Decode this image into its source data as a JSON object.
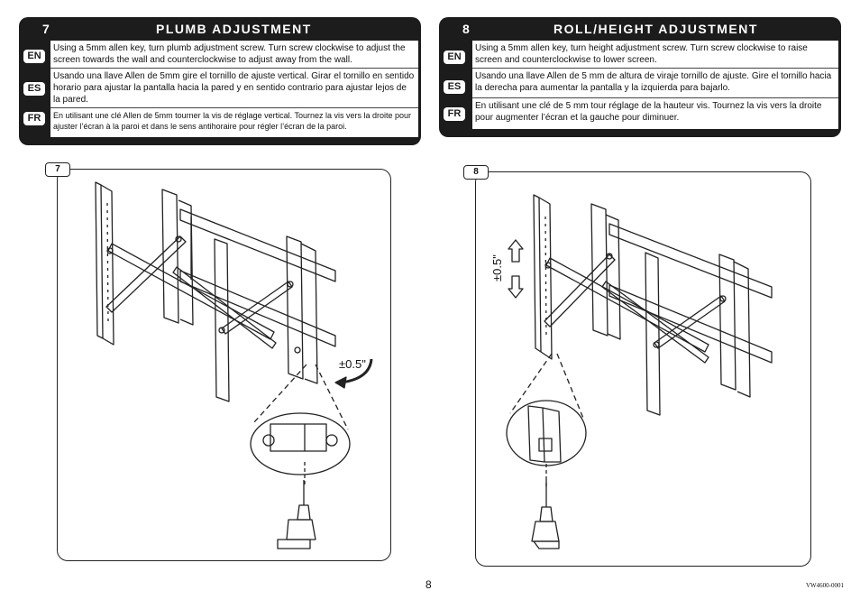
{
  "sections": [
    {
      "number": "7",
      "title": "PLUMB ADJUSTMENT",
      "rows": [
        {
          "lang": "EN",
          "text": "Using a 5mm allen key, turn plumb adjustment screw.  Turn screw clockwise to adjust the screen towards the wall and counterclockwise to adjust away from the wall."
        },
        {
          "lang": "ES",
          "text": "Usando una llave Allen de 5mm gire el tornillo de ajuste vertical. Girar el tornillo en sentido horario para ajustar la pantalla hacia la pared y en sentido contrario para ajustar lejos de la pared."
        },
        {
          "lang": "FR",
          "text": "En utilisant une clé Allen de 5mm tourner la vis de réglage vertical. Tournez la vis vers la droite pour ajuster l’écran à la paroi et dans le sens antihoraire pour régler l’écran de la paroi."
        }
      ]
    },
    {
      "number": "8",
      "title": "ROLL/HEIGHT ADJUSTMENT",
      "rows": [
        {
          "lang": "EN",
          "text": "Using a 5mm allen key, turn height adjustment screw.  Turn screw clockwise to raise screen and counterclockwise to lower screen."
        },
        {
          "lang": "ES",
          "text": "Usando una llave Allen de 5 mm de altura de viraje tornillo de ajuste. Gire el tornillo hacia la derecha para aumentar la pantalla y la izquierda para bajarlo."
        },
        {
          "lang": "FR",
          "text": "En utilisant une clé de 5 mm tour réglage de la hauteur vis. Tournez la vis vers la droite pour augmenter l’écran et la gauche pour diminuer."
        }
      ]
    }
  ],
  "figures": [
    {
      "tab": "7",
      "annotation": "±0.5\""
    },
    {
      "tab": "8",
      "annotation": "±0.5\""
    }
  ],
  "page_number": "8",
  "doc_id": "VW4600-0001"
}
